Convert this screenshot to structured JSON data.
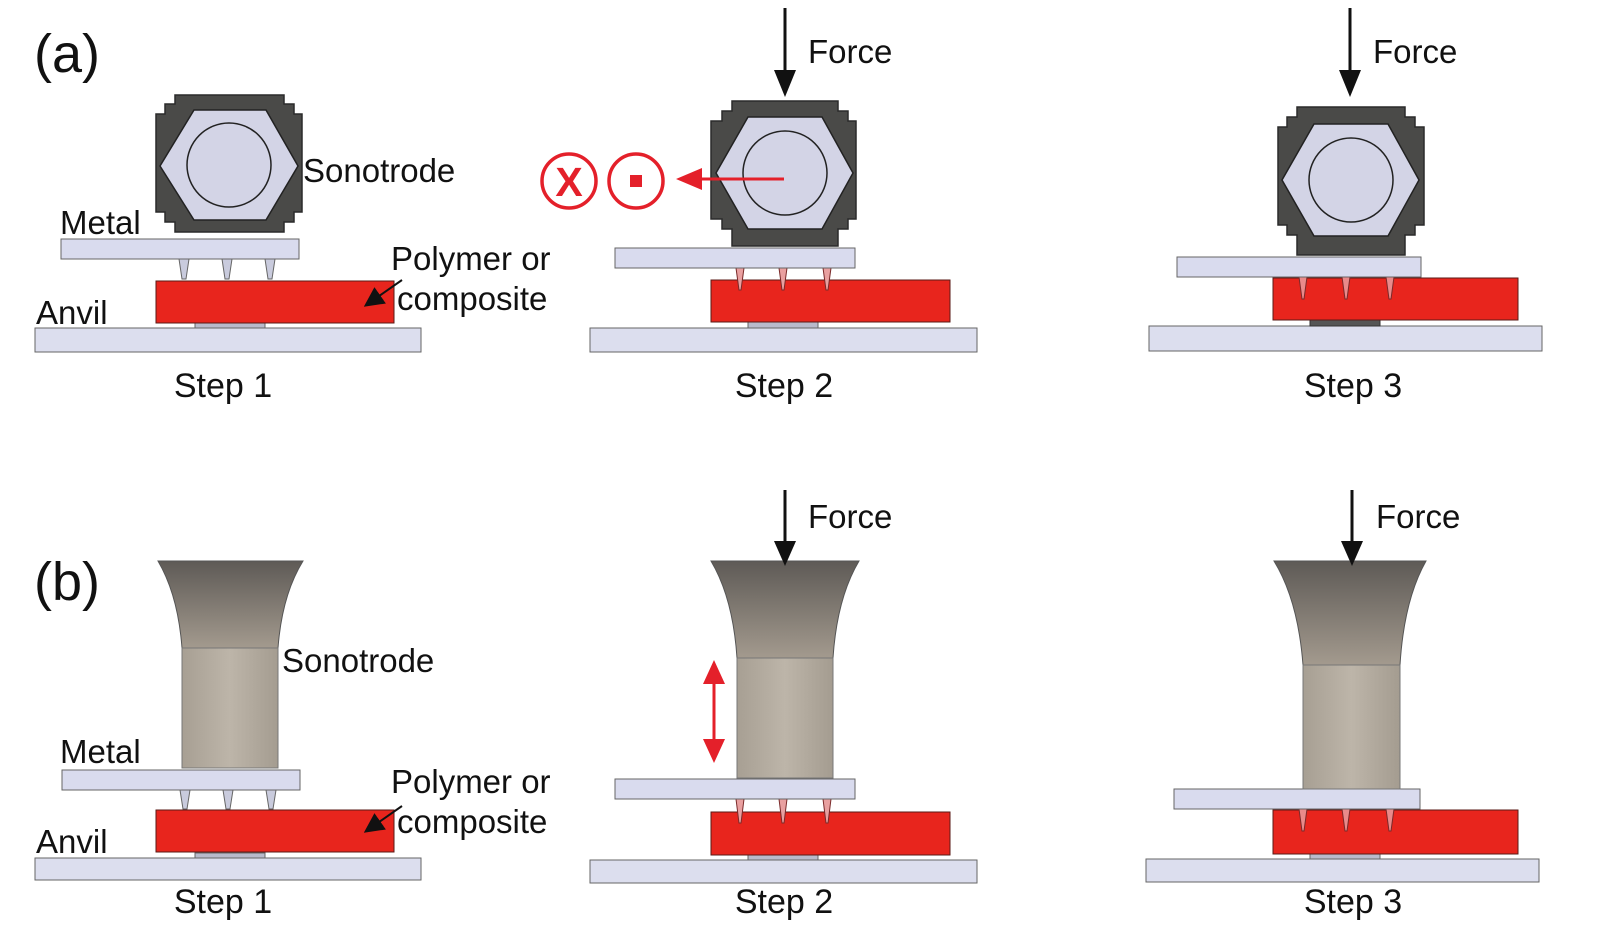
{
  "panels": [
    {
      "letter": "(a)",
      "sonotrode_type": "rotary (hexagonal-bore torsional sonotrode)",
      "labels": {
        "sonotrode": "Sonotrode",
        "metal": "Metal",
        "polymer_line1": "Polymer or",
        "polymer_line2": "composite",
        "anvil": "Anvil",
        "force": "Force"
      },
      "steps": [
        "Step 1",
        "Step 2",
        "Step 3"
      ],
      "vibration_symbols": [
        "X",
        "•"
      ]
    },
    {
      "letter": "(b)",
      "sonotrode_type": "linear (horn sonotrode)",
      "labels": {
        "sonotrode": "Sonotrode",
        "metal": "Metal",
        "polymer_line1": "Polymer or",
        "polymer_line2": "composite",
        "anvil": "Anvil",
        "force": "Force"
      },
      "steps": [
        "Step 1",
        "Step 2",
        "Step 3"
      ]
    }
  ],
  "colors": {
    "polymer": "#e8251d",
    "metal": "#d9dbee",
    "anvil": "#dcdeee",
    "sonotrode_dark": "#4a4a48",
    "sonotrode_light": "#d3d4e6",
    "horn": "#b2aa9e",
    "vibration_arrow": "#e4202a",
    "text": "#111111"
  }
}
